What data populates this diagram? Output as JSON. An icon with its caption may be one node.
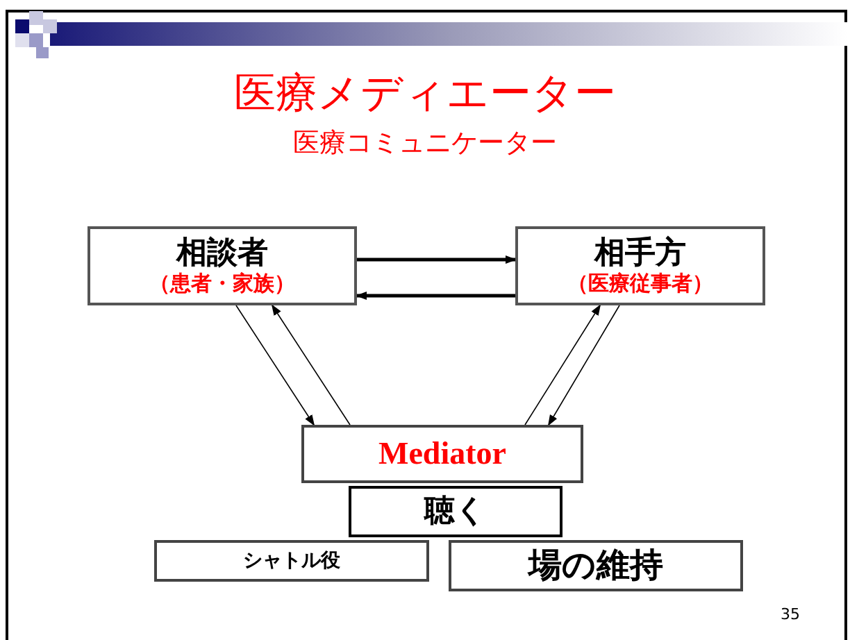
{
  "diagram": {
    "title": "医療メディエーター",
    "nodes": [
      {
        "text": [
          "相談者",
          "（患者・家族）"
        ]
      },
      {
        "text": [
          "相手方",
          "（医療従事者）"
        ]
      },
      {
        "text": [
          "Mediator"
        ]
      },
      {
        "text": [
          "聴く"
        ]
      },
      {
        "text": [
          "シャトル役"
        ]
      },
      {
        "text": [
          "場の維持"
        ]
      }
    ],
    "edges": [
      {
        "from": 0,
        "to": 1,
        "arrow": "to",
        "style": "thick"
      },
      {
        "from": 1,
        "to": 0,
        "arrow": "to",
        "style": "thick"
      },
      {
        "from": 0,
        "to": 2,
        "arrow": "to"
      },
      {
        "from": 2,
        "to": 0,
        "arrow": "to"
      },
      {
        "from": 2,
        "to": 1,
        "arrow": "to"
      },
      {
        "from": 1,
        "to": 2,
        "arrow": "to"
      }
    ],
    "labels": [
      "医療コミュニケーター",
      "35"
    ]
  }
}
